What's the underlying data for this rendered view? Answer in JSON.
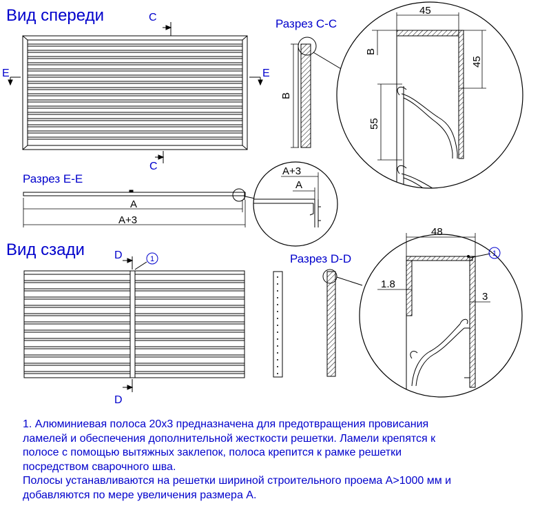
{
  "titles": {
    "front_view": "Вид спереди",
    "rear_view": "Вид сзади"
  },
  "sections": {
    "cc": "Разрез С-С",
    "ee": "Разрез Е-Е",
    "dd": "Разрез D-D"
  },
  "labels": {
    "c_top": "C",
    "c_bottom": "C",
    "e_left": "E",
    "e_right": "E",
    "b_side": "B",
    "b_detail": "B",
    "dim_45_top": "45",
    "dim_45_right": "45",
    "dim_55": "55",
    "dim_a_ee": "A",
    "dim_a3_ee": "A+3",
    "dim_a_detail": "A",
    "dim_a3_detail": "A+3",
    "d_top": "D",
    "d_bottom": "D",
    "callout_rear": "1",
    "callout_dd": "1",
    "dim_48": "48",
    "dim_1_8": "1.8",
    "dim_3": "3"
  },
  "note": {
    "line1": "1. Алюминиевая полоса 20х3 предназначена для предотвращения провисания",
    "line2": "ламелей и обеспечения дополнительной жесткости решетки. Ламели крепятся к",
    "line3": "полосе с помощью вытяжных заклепок, полоса крепится к рамке решетки",
    "line4": "посредством сварочного шва.",
    "line5": "Полосы устанавливаются на решетки шириной строительного проема А>1000 мм  и",
    "line6": "добавляются по мере увеличения размера А."
  },
  "colors": {
    "text_accent": "#0000cc",
    "line": "#000000"
  }
}
